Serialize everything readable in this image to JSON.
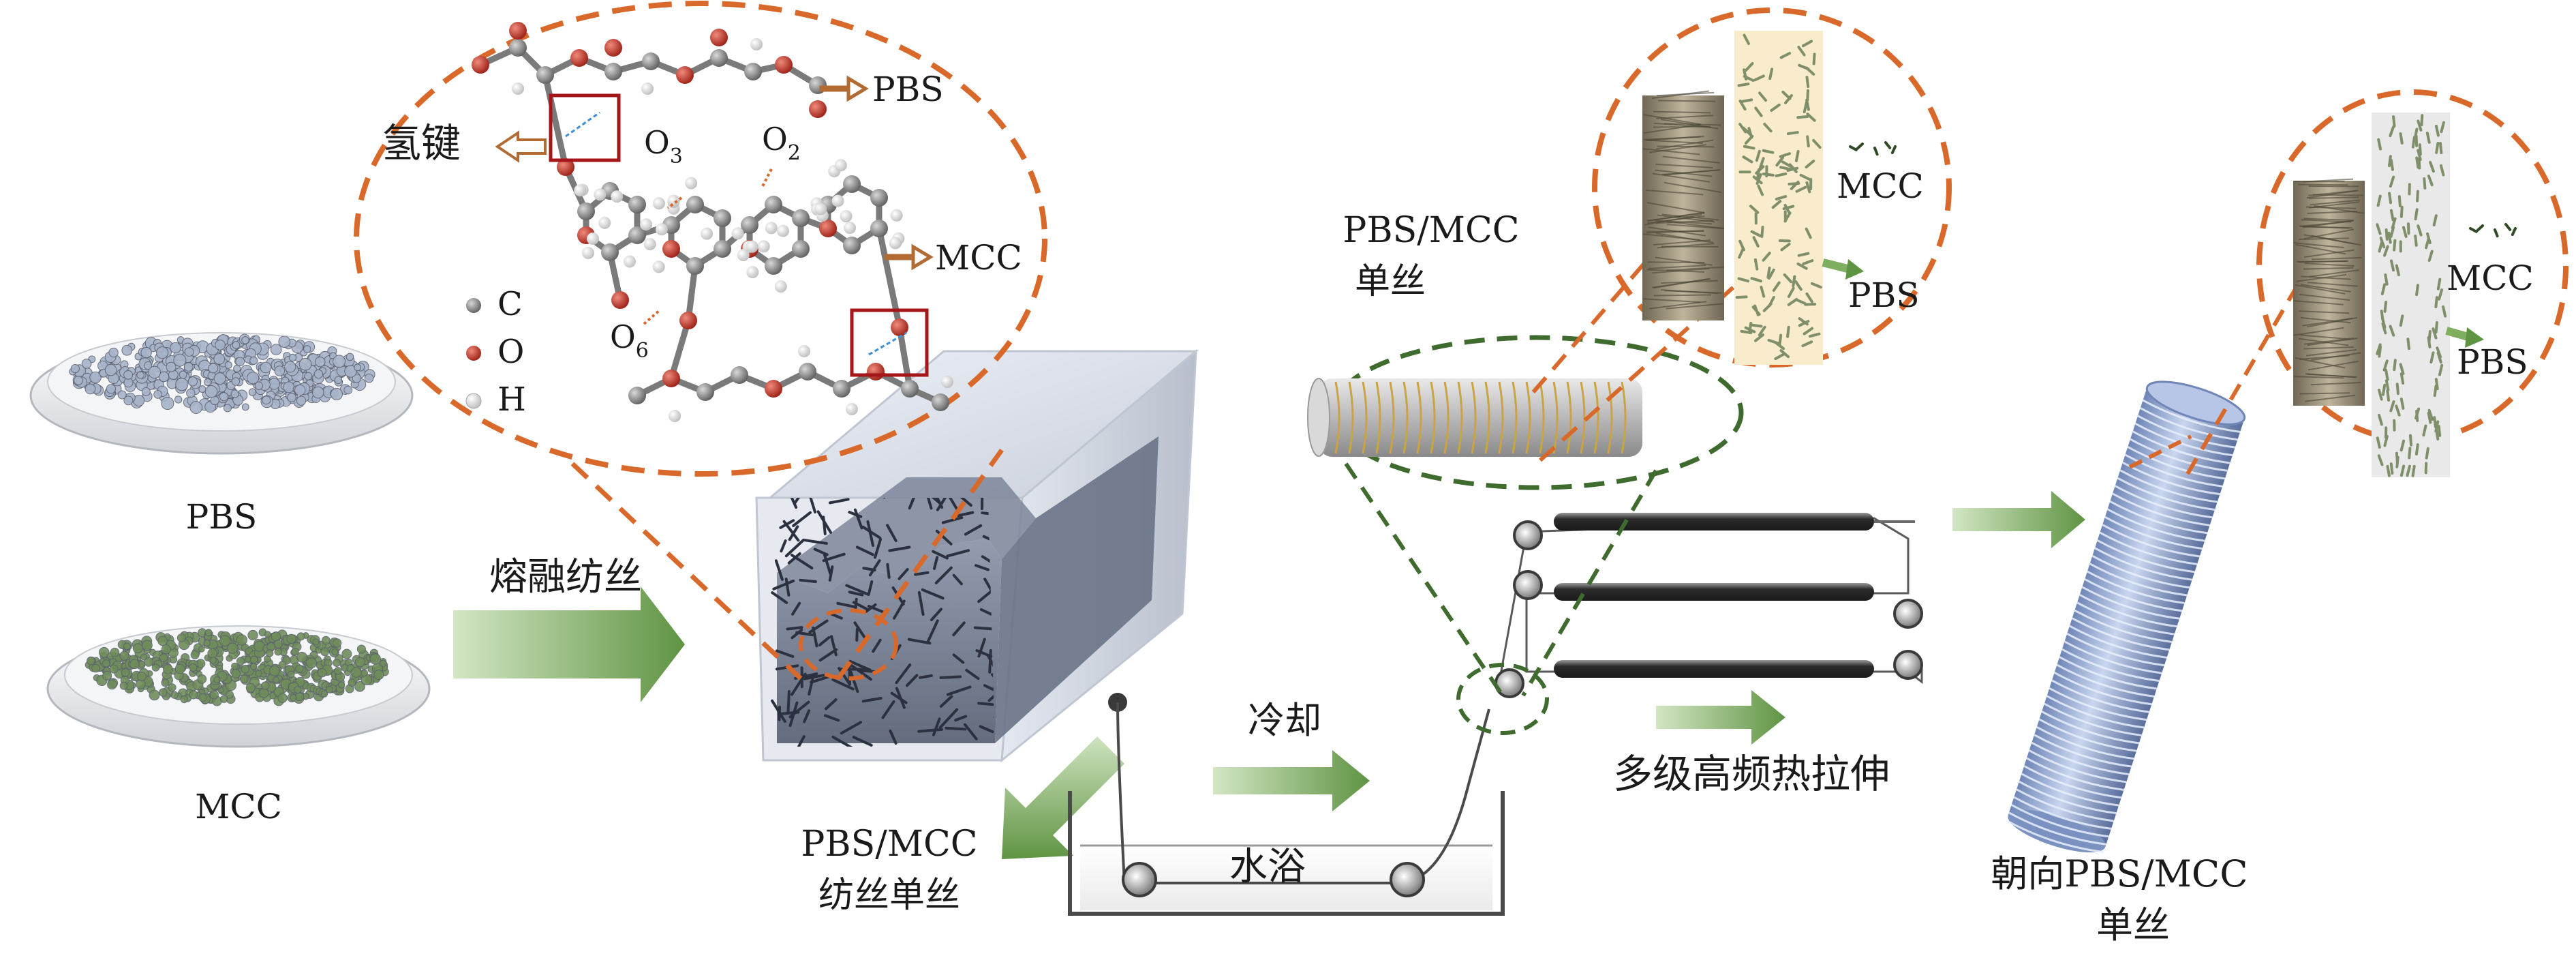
{
  "labels": {
    "pbs": "PBS",
    "mcc": "MCC",
    "melt_spinning": "熔融纺丝",
    "cooling": "冷却",
    "water_bath": "水浴",
    "spun_filament": "PBS/MCC",
    "spun_filament_2": "纺丝单丝",
    "monofilament_top": "PBS/MCC",
    "monofilament_top_2": "单丝",
    "multistage": "多级高频热拉伸",
    "oriented_1": "朝向PBS/MCC",
    "oriented_2": "单丝",
    "hbond": "氢键",
    "pbs_arrow": "PBS",
    "mcc_arrow": "MCC",
    "legend_c": "C",
    "legend_o": "O",
    "legend_h": "H",
    "o3": "O",
    "o3_sub": "3",
    "o2": "O",
    "o2_sub": "2",
    "o6": "O",
    "o6_sub": "6",
    "zoom1_mcc": "MCC",
    "zoom1_pbs": "PBS",
    "zoom2_mcc": "MCC",
    "zoom2_pbs": "PBS"
  },
  "colors": {
    "dash_orange": "#d8692a",
    "dash_green": "#3f6b2f",
    "arrow_green": "#7fae5f",
    "bond_gray": "#7a7a7a",
    "atom_c": "#8c8c8c",
    "atom_o": "#c0392b",
    "atom_h": "#f2f2f2",
    "pbs_bead": "#a7b3c9",
    "mcc_bead": "#6f8d5a"
  }
}
